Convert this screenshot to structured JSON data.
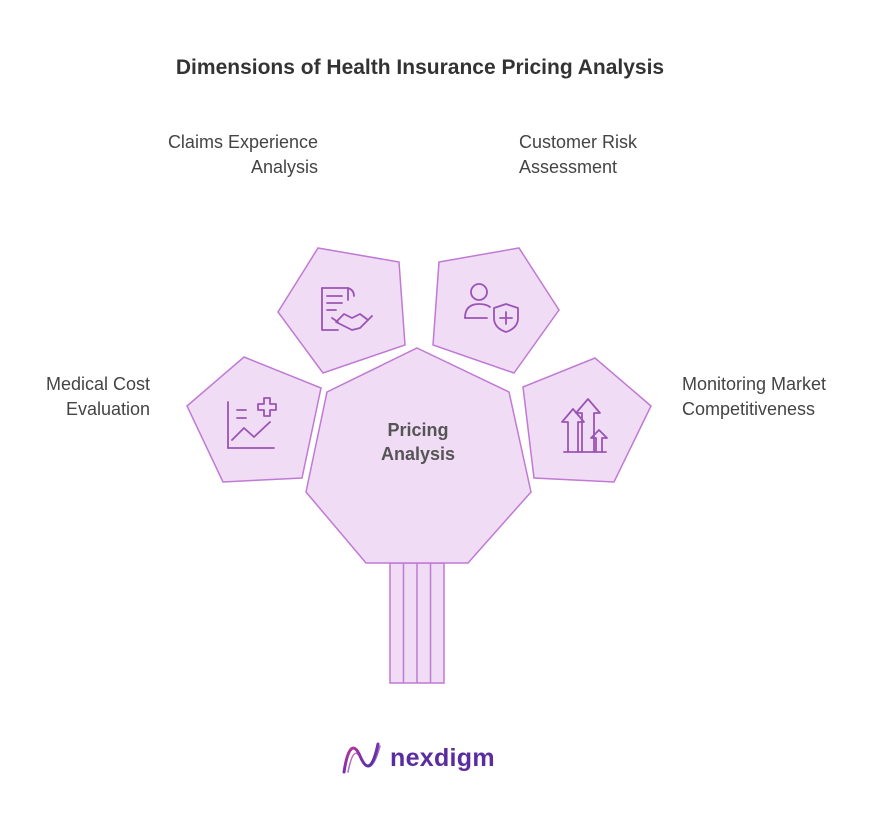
{
  "title": "Dimensions of Health Insurance Pricing Analysis",
  "center": {
    "line1": "Pricing",
    "line2": "Analysis"
  },
  "labels": {
    "claims": "Claims Experience\nAnalysis",
    "customer": "Customer Risk\nAssessment",
    "medical": "Medical Cost\nEvaluation",
    "monitoring": "Monitoring Market\nCompetitiveness"
  },
  "brand": {
    "name": "nexdigm"
  },
  "colors": {
    "fill": "#f0dcf5",
    "stroke": "#c07ad4",
    "icon": "#9a55b4",
    "brand": "#5a2ca0"
  },
  "icons": {
    "claims": "contract-handshake-icon",
    "customer": "user-shield-icon",
    "medical": "medical-chart-icon",
    "monitoring": "arrows-up-icon"
  }
}
